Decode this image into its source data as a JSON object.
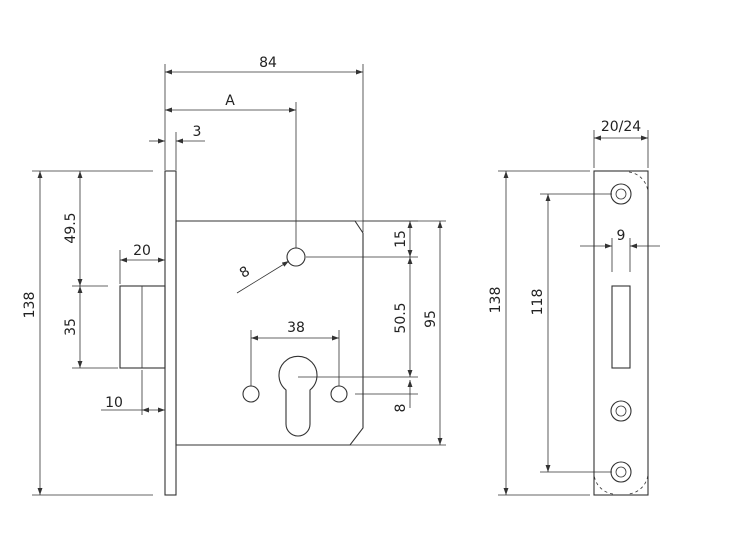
{
  "dimensions": {
    "overall_width": "84",
    "a_to_follower": "A",
    "forend_thickness": "3",
    "latch_top_offset": "49.5",
    "latch_protrusion": "20",
    "latch_height": "35",
    "forend_height": "138",
    "bolt_depth": "10",
    "follower_diameter": "8",
    "follower_to_top": "15",
    "backset_distance": "50.5",
    "case_height": "95",
    "cylinder_hole_spacing": "38",
    "bottom_offset": "8",
    "strike_width": "20/24",
    "strike_slot_width": "9",
    "strike_height": "138",
    "strike_hole_spacing": "118"
  }
}
